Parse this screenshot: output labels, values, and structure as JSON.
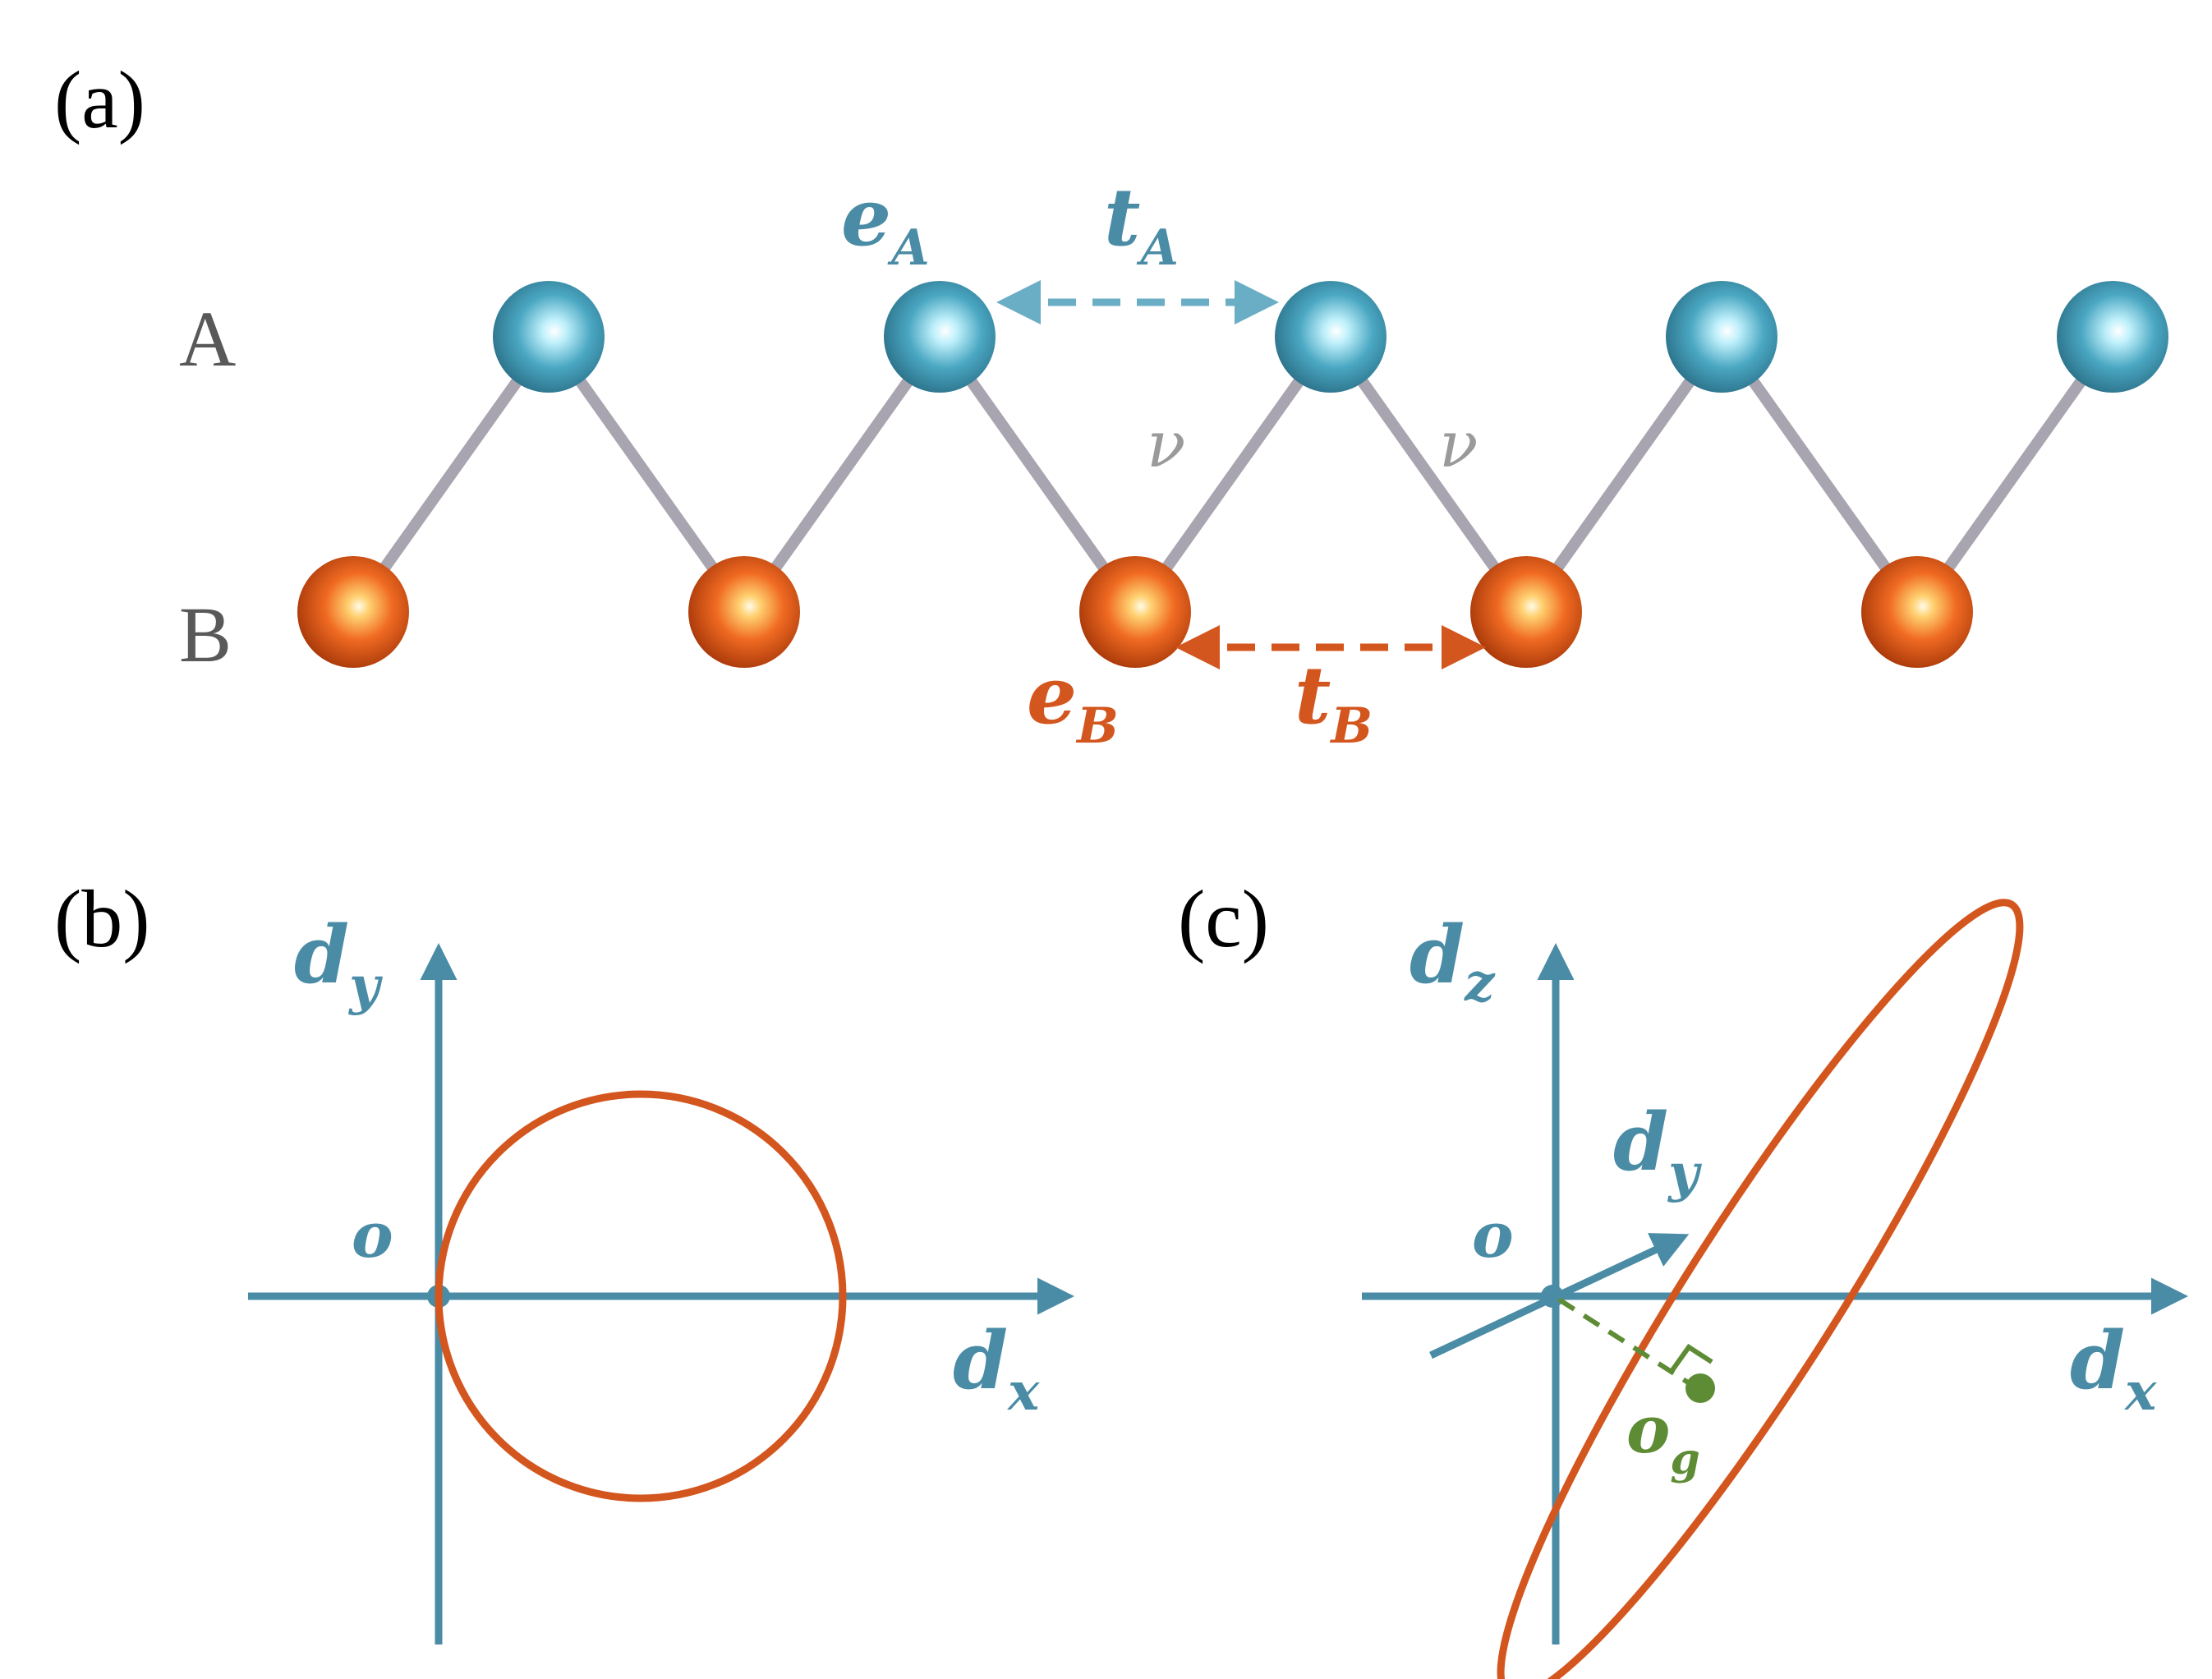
{
  "panels": {
    "a": {
      "label": "(a)"
    },
    "b": {
      "label": "(b)"
    },
    "c": {
      "label": "(c)"
    }
  },
  "lattice": {
    "row_a_label": "A",
    "row_b_label": "B",
    "onsite_a": {
      "base": "e",
      "sub": "A"
    },
    "onsite_b": {
      "base": "e",
      "sub": "B"
    },
    "hop_a": {
      "base": "t",
      "sub": "A"
    },
    "hop_b": {
      "base": "t",
      "sub": "B"
    },
    "inter_hop_1": "ν",
    "inter_hop_2": "ν",
    "atom_count_a": 5,
    "atom_count_b": 5
  },
  "panel_b": {
    "x_axis": {
      "base": "d",
      "sub": "x"
    },
    "y_axis": {
      "base": "d",
      "sub": "y"
    },
    "origin": "o"
  },
  "panel_c": {
    "x_axis": {
      "base": "d",
      "sub": "x"
    },
    "z_axis": {
      "base": "d",
      "sub": "z"
    },
    "y_axis": {
      "base": "d",
      "sub": "y"
    },
    "origin": "o",
    "center": {
      "base": "o",
      "sub": "g"
    }
  },
  "colors": {
    "site_a": "#4a8ca5",
    "site_b": "#d4561f",
    "axis": "#4a8ca5",
    "curve": "#d4561f",
    "center": "#5e8c35",
    "bond": "#a8a4b0"
  }
}
